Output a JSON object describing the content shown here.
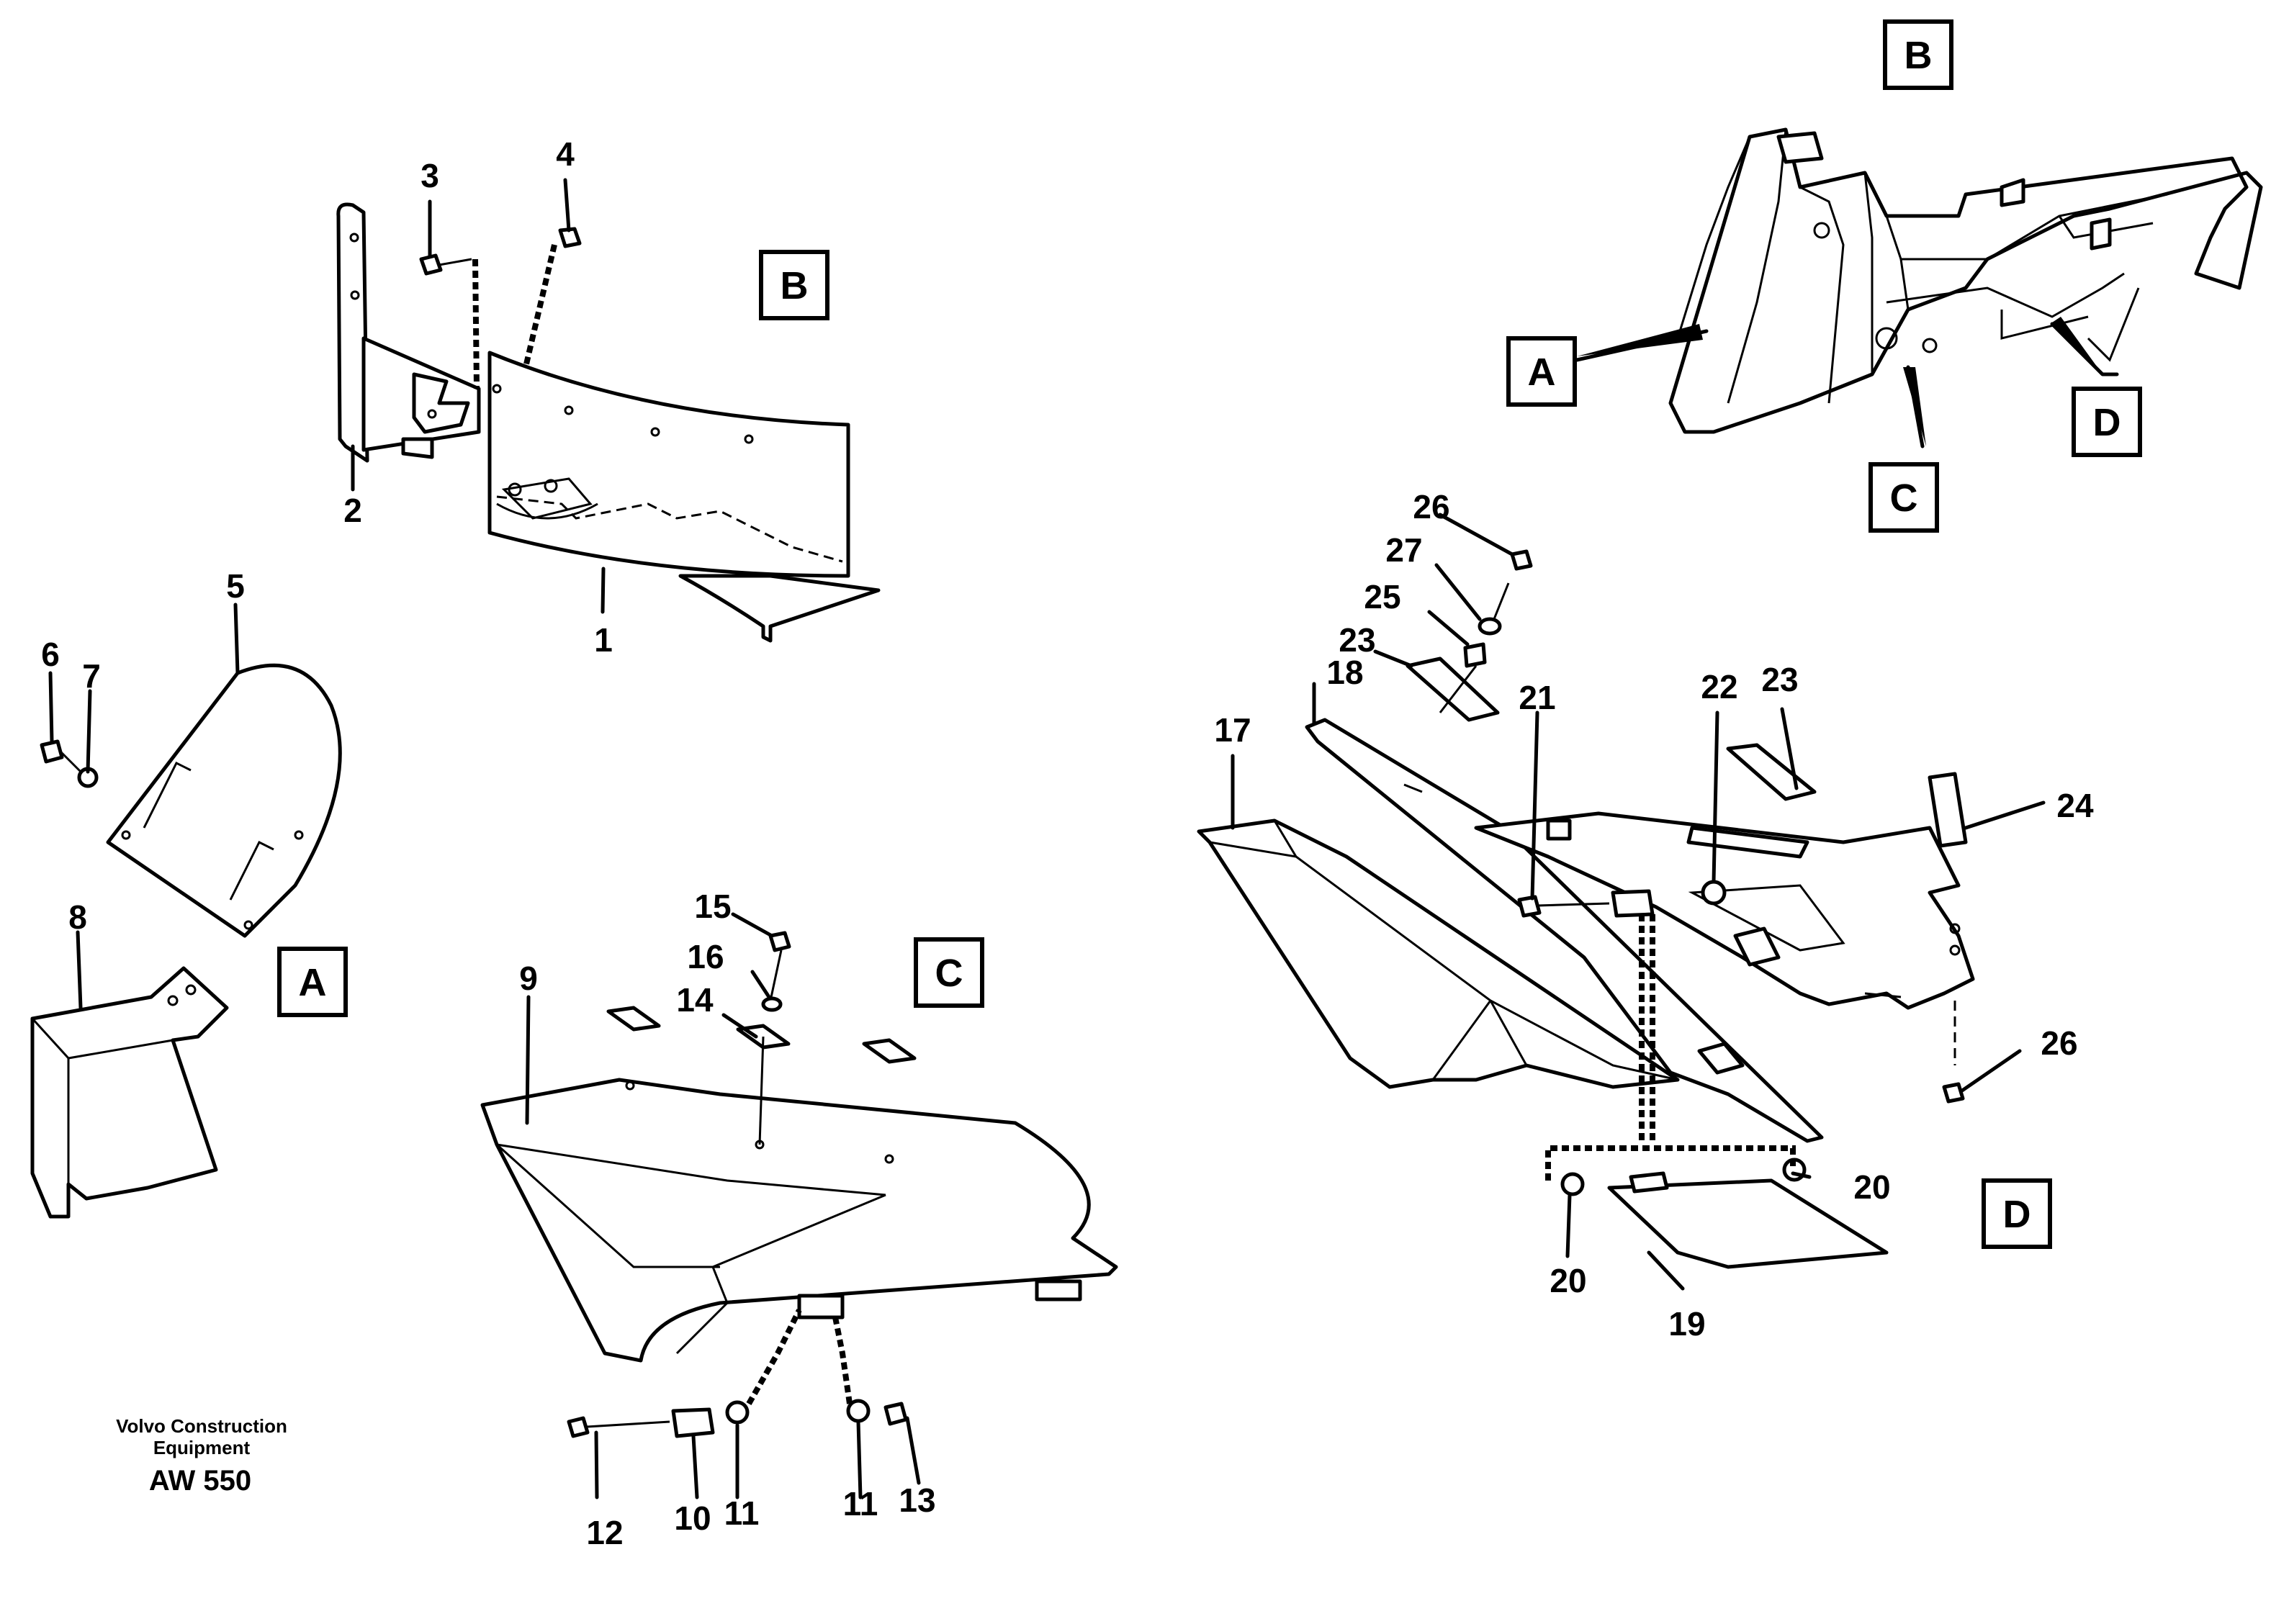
{
  "drawing": {
    "caption_line1": "Volvo Construction",
    "caption_line2": "Equipment",
    "code": "AW 550"
  },
  "view_labels": [
    {
      "id": "B-detail",
      "text": "B"
    },
    {
      "id": "A-detail",
      "text": "A"
    },
    {
      "id": "C-detail",
      "text": "C"
    },
    {
      "id": "B-overview",
      "text": "B"
    },
    {
      "id": "A-overview",
      "text": "A"
    },
    {
      "id": "C-overview",
      "text": "C"
    },
    {
      "id": "D-overview",
      "text": "D"
    },
    {
      "id": "D-detail",
      "text": "D"
    }
  ],
  "part_numbers": [
    "1",
    "2",
    "3",
    "4",
    "5",
    "6",
    "7",
    "8",
    "9",
    "10",
    "11",
    "11",
    "12",
    "13",
    "14",
    "15",
    "16",
    "17",
    "18",
    "19",
    "20",
    "20",
    "21",
    "22",
    "23",
    "23",
    "24",
    "25",
    "26",
    "26",
    "27"
  ]
}
